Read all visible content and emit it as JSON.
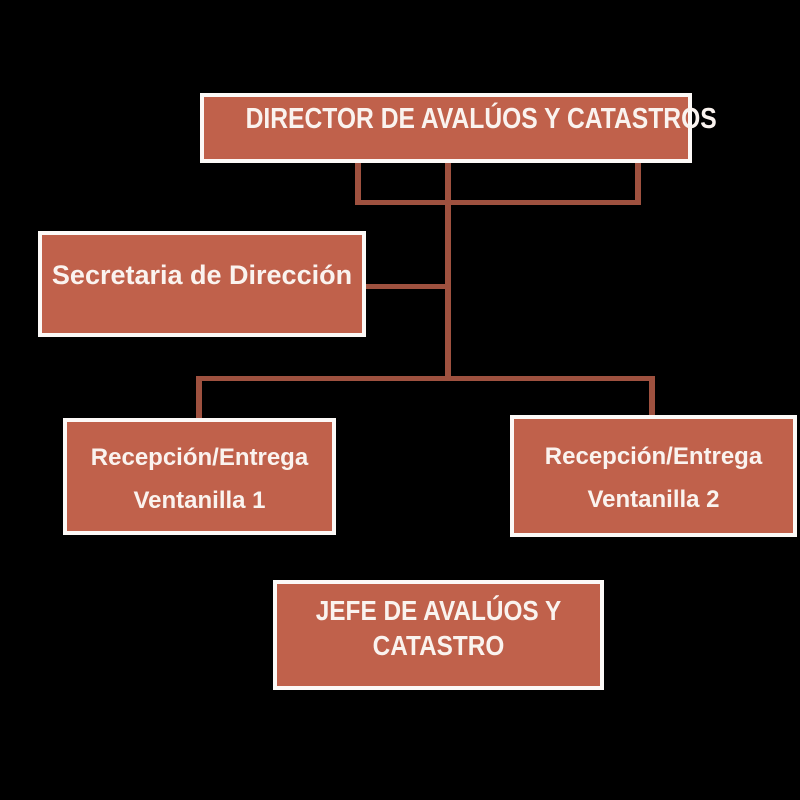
{
  "diagram": {
    "type": "org-chart",
    "nodes": {
      "director": {
        "label": "DIRECTOR DE AVALÚOS Y CATASTROS"
      },
      "secretaria": {
        "label": "Secretaria de Dirección"
      },
      "ventanilla1": {
        "line1": "Recepción/Entrega",
        "line2": "Ventanilla 1"
      },
      "ventanilla2": {
        "line1": "Recepción/Entrega",
        "line2": "Ventanilla 2"
      },
      "jefe": {
        "label": "JEFE DE AVALÚOS Y CATASTRO"
      }
    },
    "edges": [
      {
        "from": "director",
        "to": "center-trunk",
        "style": "bracket-with-two-side-drops"
      },
      {
        "from": "secretaria",
        "to": "center-trunk",
        "style": "assistant-elbow"
      },
      {
        "from": "center-trunk",
        "to": "ventanilla1",
        "style": "elbow"
      },
      {
        "from": "center-trunk",
        "to": "ventanilla2",
        "style": "elbow"
      }
    ]
  },
  "colors": {
    "background": "#000000",
    "box_fill": "#c0614b",
    "box_border": "#fcf9f7",
    "box_text": "#faf3ef",
    "connector_line": "#9e513f"
  }
}
